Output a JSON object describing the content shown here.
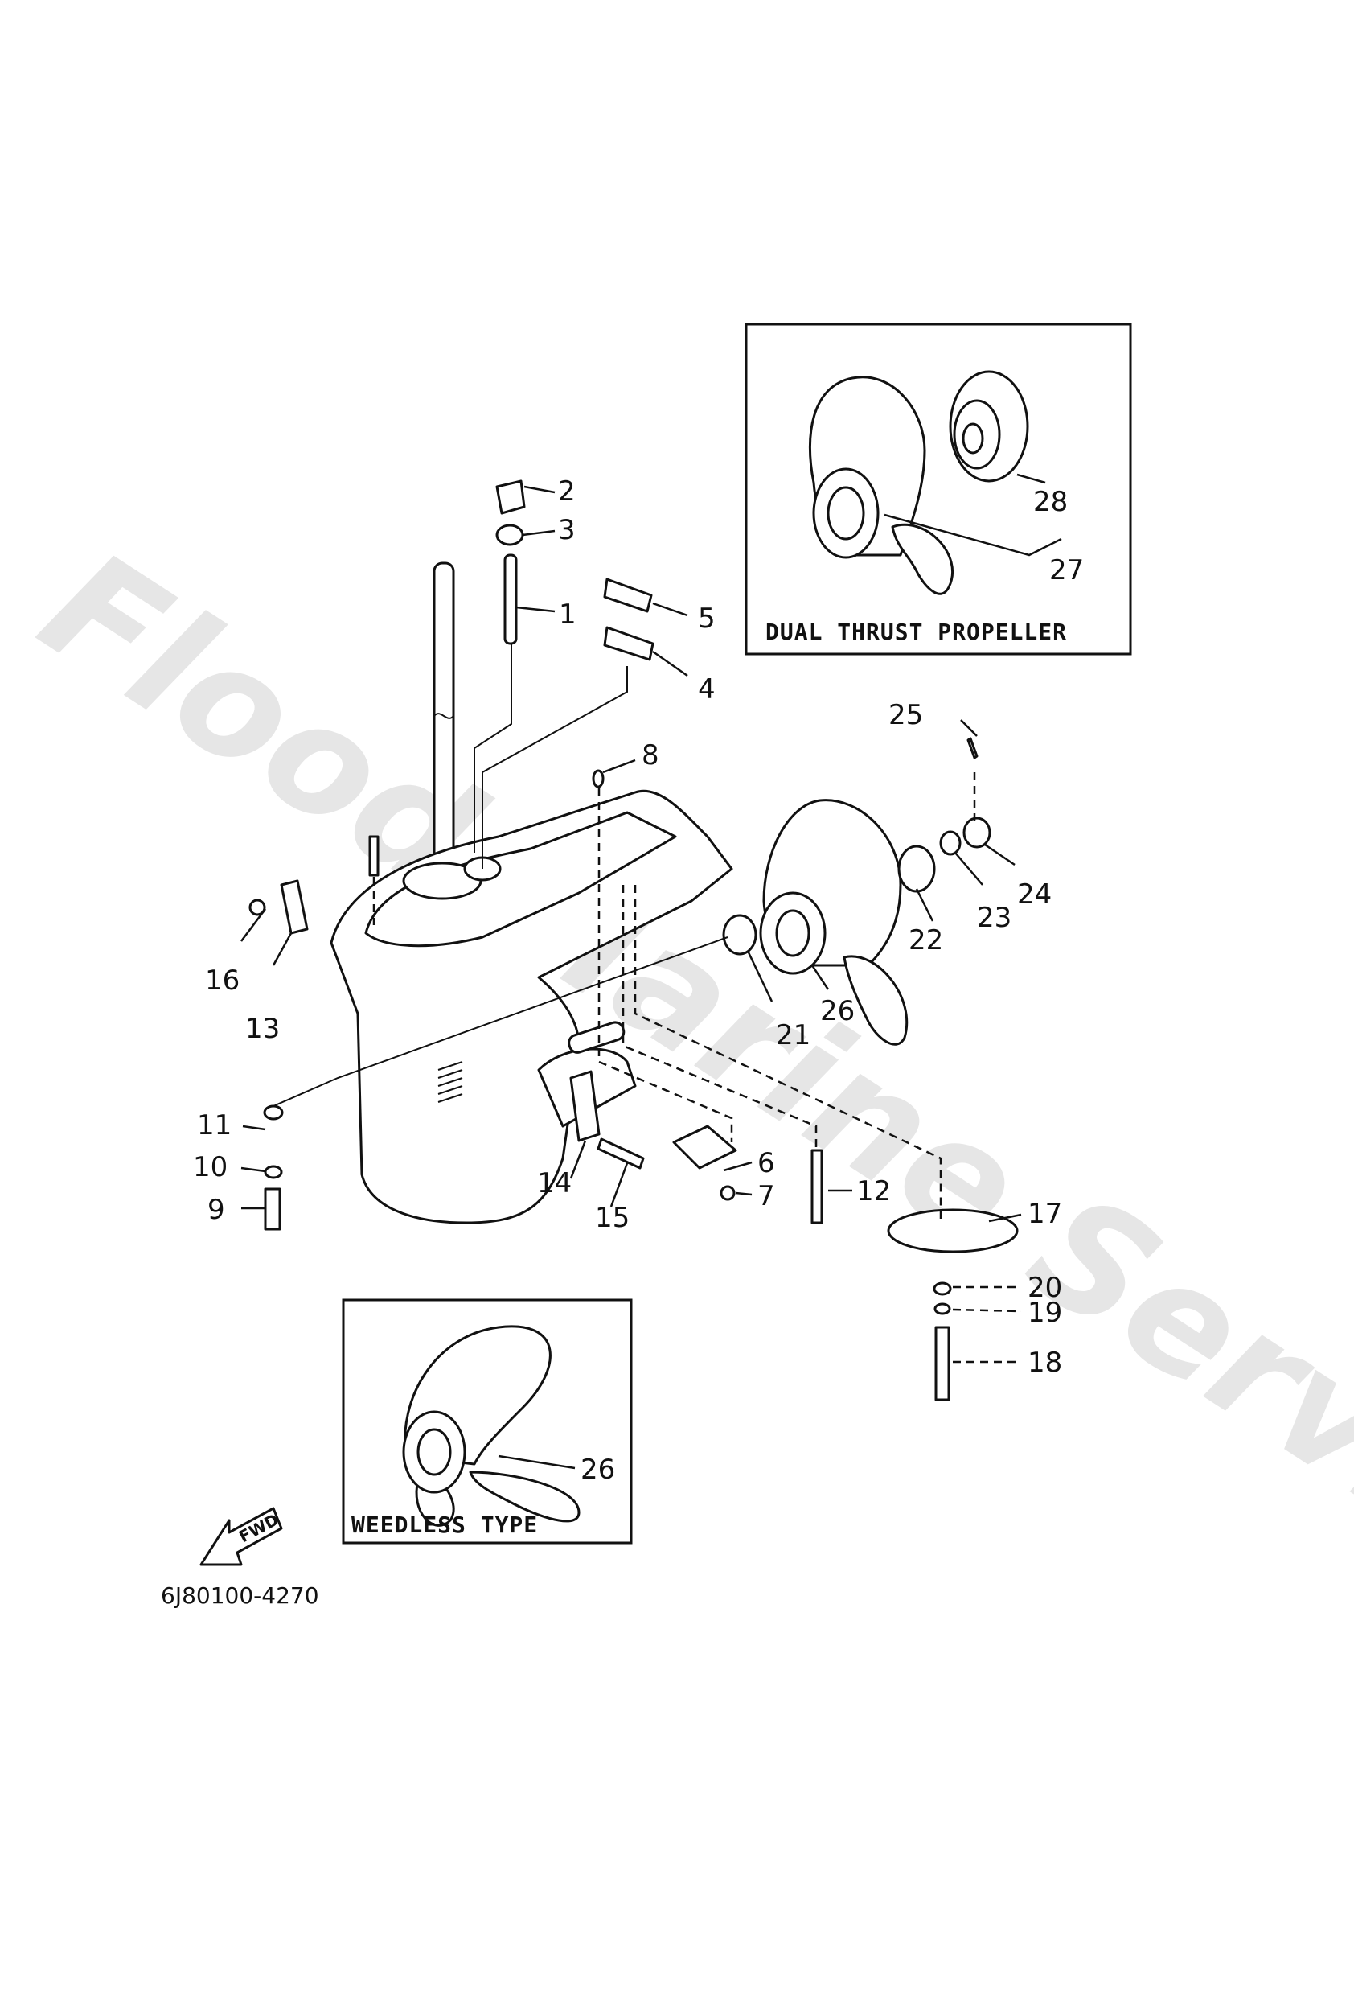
{
  "watermark": "Flood Marine Services",
  "diagram_code": "6J80100-4270",
  "fwd_label": "FWD",
  "boxes": {
    "dual_thrust": {
      "title": "DUAL THRUST PROPELLER",
      "labels": [
        "28",
        "27"
      ]
    },
    "weedless": {
      "title": "WEEDLESS TYPE",
      "labels": [
        "26"
      ]
    }
  },
  "callouts": [
    "1",
    "2",
    "3",
    "4",
    "5",
    "6",
    "7",
    "8",
    "9",
    "10",
    "11",
    "12",
    "13",
    "14",
    "15",
    "16",
    "17",
    "18",
    "19",
    "20",
    "21",
    "22",
    "23",
    "24",
    "25",
    "26"
  ]
}
